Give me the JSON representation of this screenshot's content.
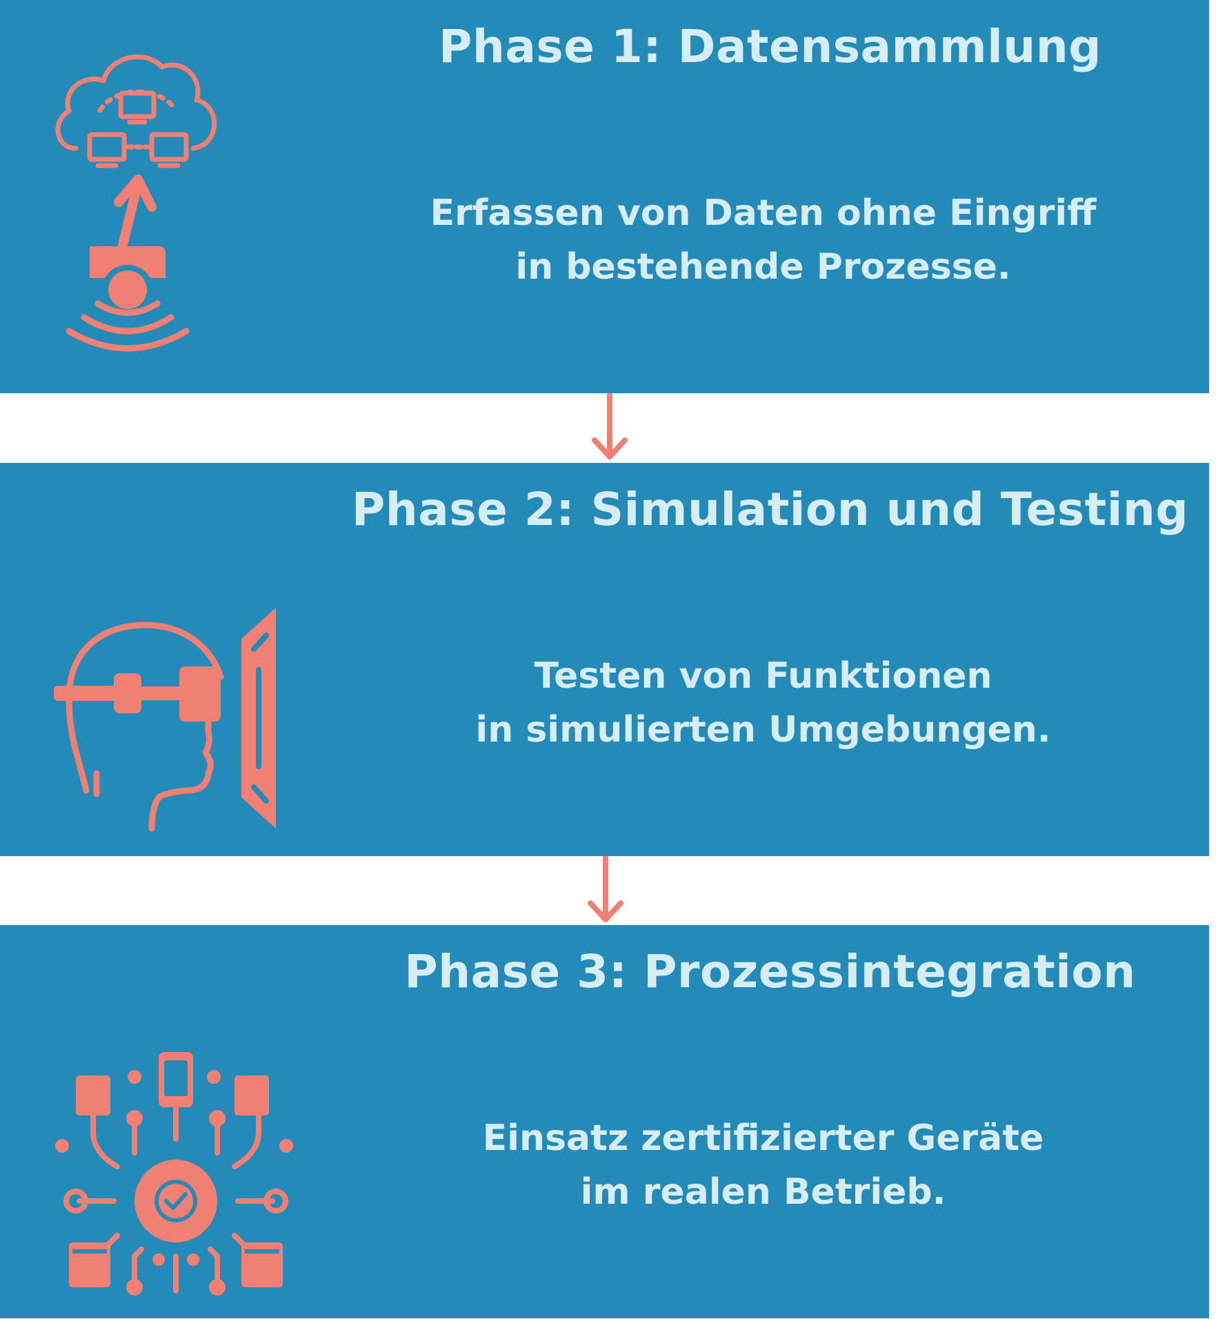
{
  "colors": {
    "panel": "#248ab8",
    "text": "#d6eef3",
    "accent": "#f08074"
  },
  "phases": [
    {
      "title": "Phase 1: Datensammlung",
      "desc_line1": "Erfassen von Daten ohne Eingriff",
      "desc_line2": "in bestehende Prozesse.",
      "icon": "cloud-sensor-icon"
    },
    {
      "title": "Phase 2: Simulation und Testing",
      "desc_line1": "Testen von Funktionen",
      "desc_line2": "in simulierten Umgebungen.",
      "icon": "vr-headset-icon"
    },
    {
      "title": "Phase 3: Prozessintegration",
      "desc_line1": "Einsatz zertifizierter Geräte",
      "desc_line2": "im realen Betrieb.",
      "icon": "device-network-icon"
    }
  ]
}
